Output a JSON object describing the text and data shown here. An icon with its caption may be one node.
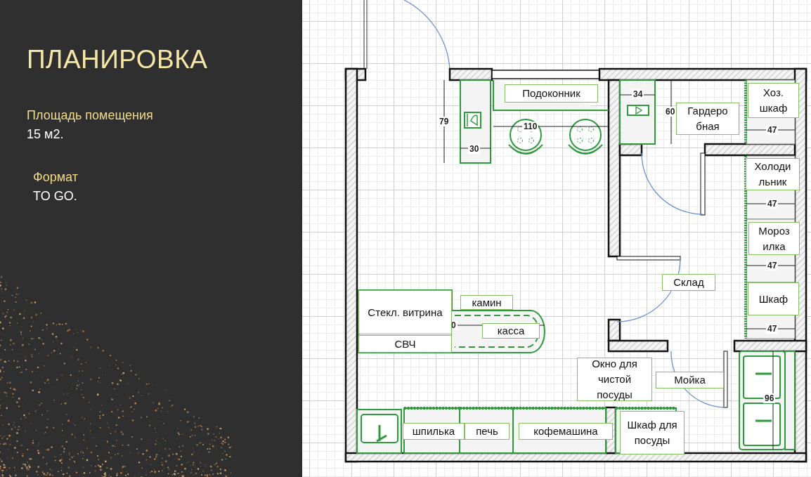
{
  "diagram": {
    "title": "ПЛАНИРОВКА",
    "nodes": [
      {
        "text": [
          "Подоконник"
        ]
      },
      {
        "text": [
          "Гардеро бная"
        ]
      },
      {
        "text": [
          "Хоз. шкаф"
        ]
      },
      {
        "text": [
          "Холоди льник"
        ]
      },
      {
        "text": [
          "Мороз илка"
        ]
      },
      {
        "text": [
          "Склад"
        ]
      },
      {
        "text": [
          "Шкаф"
        ]
      },
      {
        "text": [
          "Стекл. витрина"
        ]
      },
      {
        "text": [
          "камин"
        ]
      },
      {
        "text": [
          "касса"
        ]
      },
      {
        "text": [
          "СВЧ"
        ]
      },
      {
        "text": [
          "Окно для чистой посуды"
        ]
      },
      {
        "text": [
          "Мойка"
        ]
      },
      {
        "text": [
          "шпилька"
        ]
      },
      {
        "text": [
          "печь"
        ]
      },
      {
        "text": [
          "кофемашина"
        ]
      },
      {
        "text": [
          "Шкаф для посуды"
        ]
      }
    ],
    "labels": [
      "Площадь помещения",
      "15 м2.",
      "Формат",
      "TO GO.",
      "34",
      "60",
      "79",
      "110",
      "47",
      "30",
      "47",
      "47",
      "0",
      "47",
      "96"
    ]
  }
}
